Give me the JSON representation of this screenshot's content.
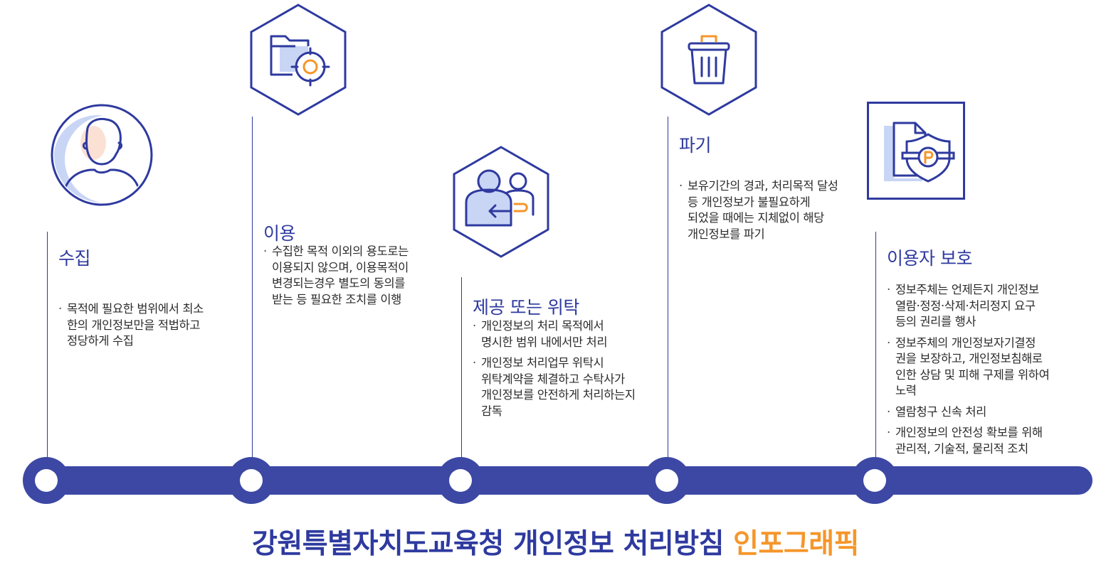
{
  "stages": [
    {
      "title": "수집",
      "icon": "person-icon",
      "items": [
        "목적에 필요한 범위에서 최소\n한의 개인정보만을 적법하고\n정당하게 수집"
      ]
    },
    {
      "title": "이용",
      "icon": "folder-target-icon",
      "items": [
        "수집한 목적 이외의 용도로는\n이용되지 않으며, 이용목적이\n변경되는경우 별도의 동의를\n받는 등 필요한 조치를 이행"
      ]
    },
    {
      "title": "제공 또는 위탁",
      "icon": "people-transfer-icon",
      "items": [
        "개인정보의 처리 목적에서\n명시한 범위 내에서만 처리",
        "개인정보 처리업무 위탁시\n위탁계약을 체결하고 수탁사가\n개인정보를 안전하게 처리하는지\n감독"
      ]
    },
    {
      "title": "파기",
      "icon": "trash-icon",
      "items": [
        "보유기간의 경과, 처리목적 달성\n등 개인정보가 불필요하게\n되었을 때에는 지체없이 해당\n개인정보를 파기"
      ]
    },
    {
      "title": "이용자 보호",
      "icon": "document-shield-icon",
      "items": [
        "정보주체는 언제든지 개인정보\n열람·정정·삭제·처리정지 요구\n등의 권리를 행사",
        "정보주체의 개인정보자기결정\n권을 보장하고, 개인정보침해로\n인한 상담 및 피해 구제를 위하여\n노력",
        "열람청구 신속 처리",
        "개인정보의 안전성 확보를 위해\n관리적, 기술적, 물리적 조치"
      ]
    }
  ],
  "footer": {
    "title_main": "강원특별자치도교육청 개인정보 처리방침",
    "title_accent": "인포그래픽"
  },
  "colors": {
    "primary": "#2e3a9f",
    "timeline": "#3c48a4",
    "accent": "#f5962a",
    "icon_fill": "#c9d5f5",
    "skin": "#fbe1d4"
  }
}
